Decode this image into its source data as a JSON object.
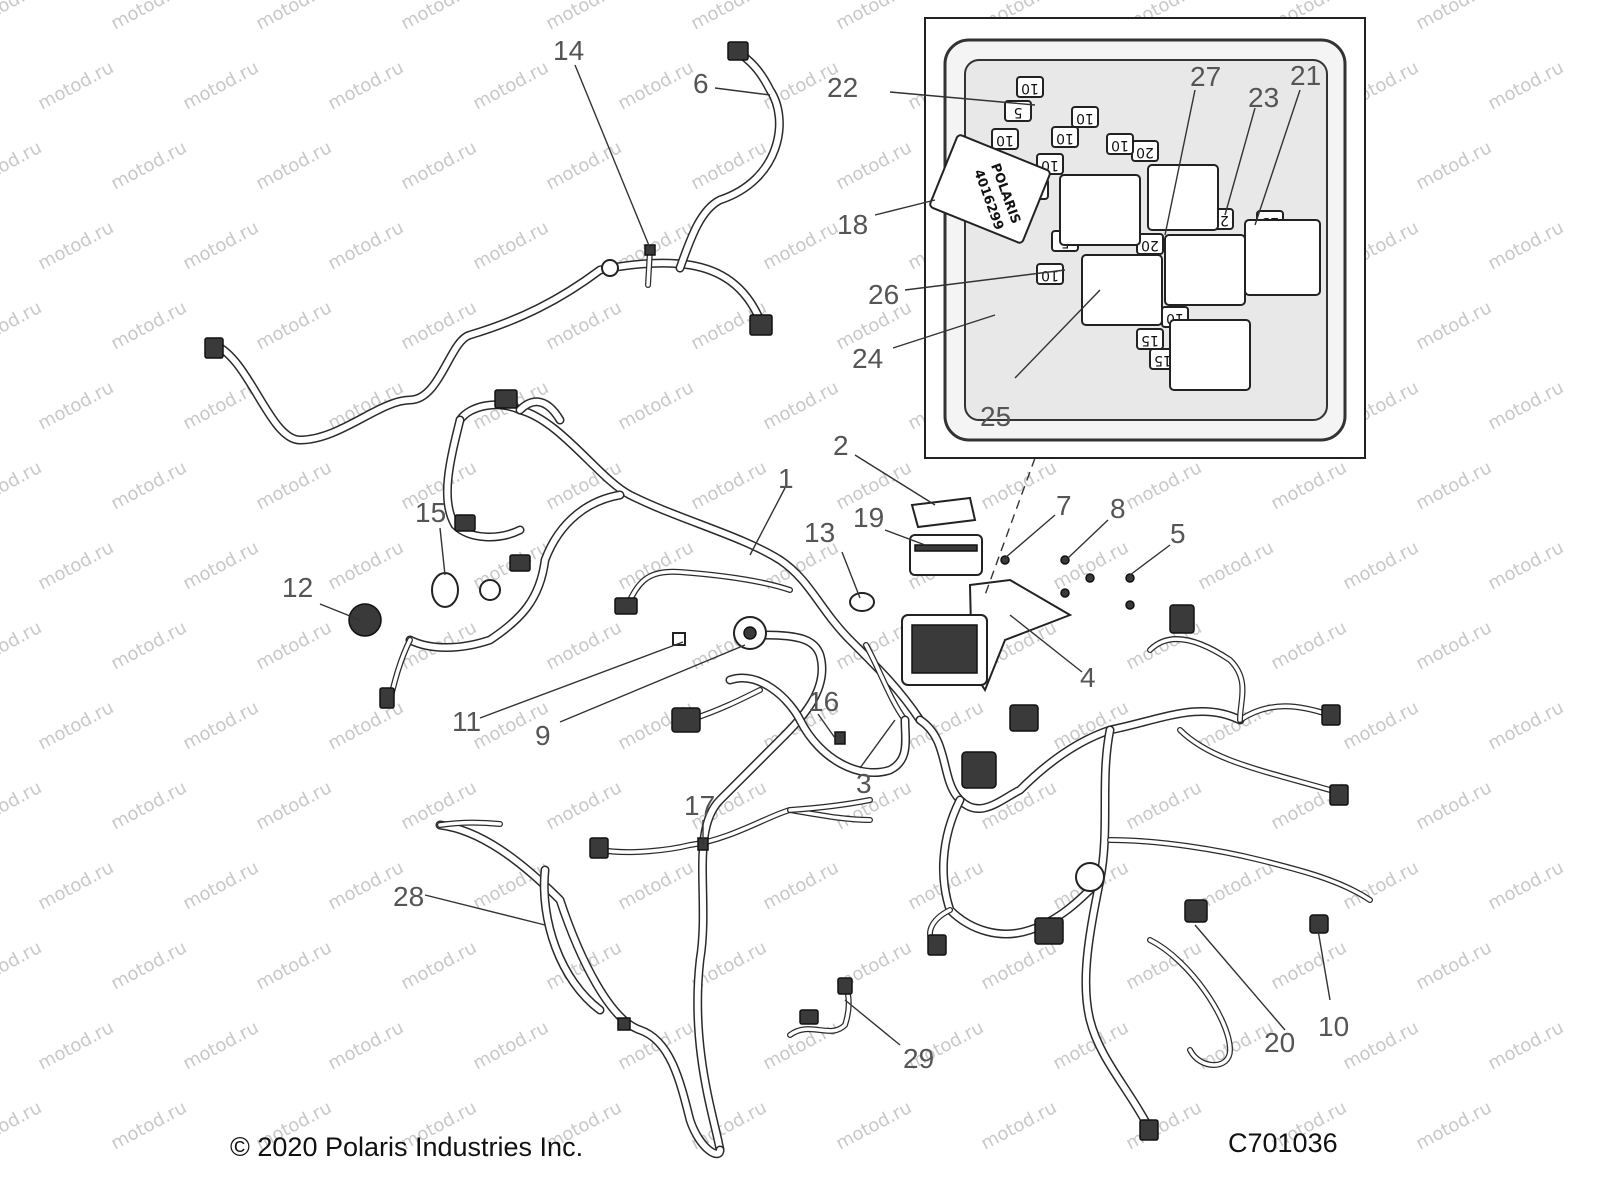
{
  "watermark": "motod.ru",
  "copyright": "© 2020 Polaris Industries Inc.",
  "drawing_number": "C701036",
  "callouts": [
    "1",
    "2",
    "3",
    "4",
    "5",
    "6",
    "7",
    "8",
    "9",
    "10",
    "11",
    "12",
    "13",
    "14",
    "15",
    "16",
    "17",
    "18",
    "19",
    "20",
    "21",
    "22",
    "23",
    "24",
    "25",
    "26",
    "27",
    "28",
    "29"
  ],
  "inset": {
    "brand": "POLARIS",
    "part_number": "4016299",
    "fuse_ratings": [
      "10",
      "10",
      "5",
      "10",
      "10",
      "20",
      "10",
      "10",
      "15",
      "10",
      "20",
      "20",
      "25",
      "5",
      "10",
      "20",
      "10",
      "15",
      "15"
    ]
  }
}
